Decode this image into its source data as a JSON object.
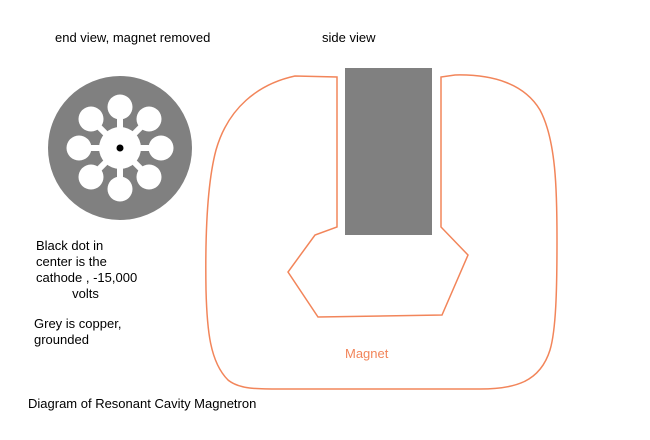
{
  "title": "Diagram of Resonant Cavity Magnetron",
  "colors": {
    "copper": "#808080",
    "magnet": "#f2855a",
    "cavity_white": "#ffffff",
    "cathode_dot": "#000000",
    "background": "#ffffff"
  },
  "labels": {
    "end_view_title": "end view, magnet removed",
    "side_view_title": "side view",
    "cathode_note": "Black dot in\ncenter is the\ncathode , -15,000\n          volts",
    "copper_note": "Grey is copper,\ngrounded",
    "magnet_label": "Magnet",
    "caption": "Diagram of Resonant Cavity Magnetron"
  }
}
